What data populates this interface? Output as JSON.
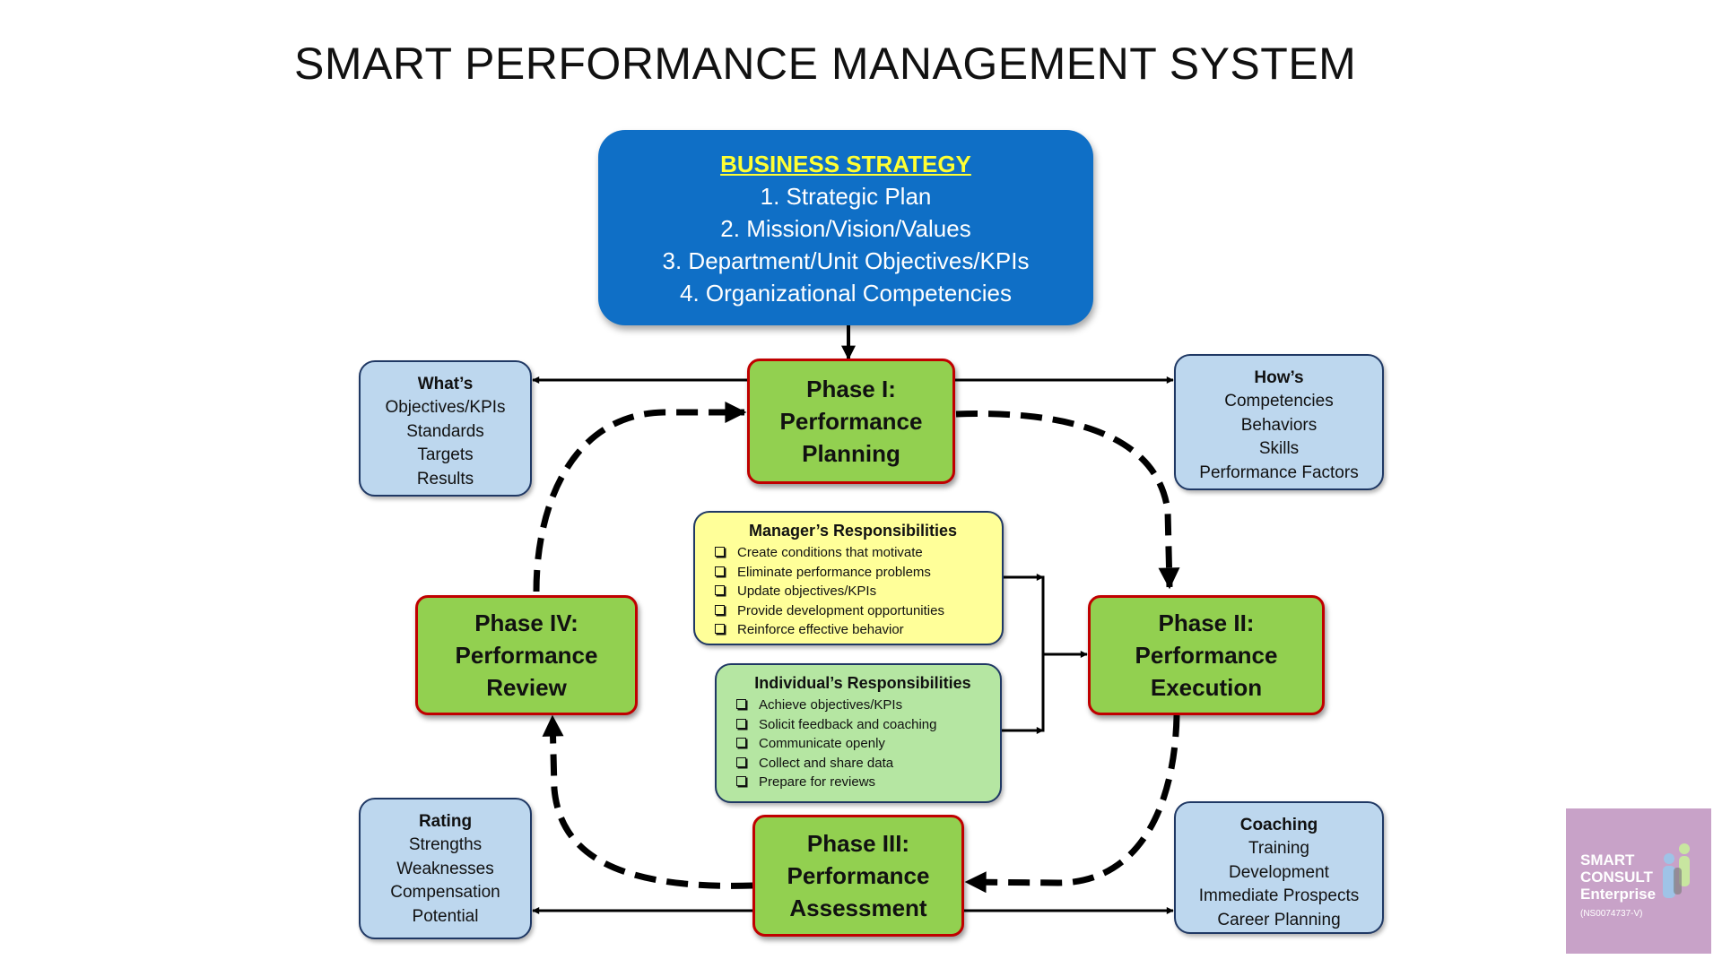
{
  "title": "SMART PERFORMANCE MANAGEMENT SYSTEM",
  "strategy": {
    "heading": "BUSINESS STRATEGY",
    "items": [
      "1. Strategic Plan",
      "2. Mission/Vision/Values",
      "3. Department/Unit Objectives/KPIs",
      "4. Organizational Competencies"
    ],
    "color": "#0f6fc6",
    "heading_color": "#ffff33"
  },
  "phases": {
    "phase1": [
      "Phase I:",
      "Performance",
      "Planning"
    ],
    "phase2": [
      "Phase II:",
      "Performance",
      "Execution"
    ],
    "phase3": [
      "Phase III:",
      "Performance",
      "Assessment"
    ],
    "phase4": [
      "Phase IV:",
      "Performance",
      "Review"
    ],
    "fill_color": "#92d050",
    "border_color": "#c00000"
  },
  "whats": {
    "title": "What’s",
    "items": [
      "Objectives/KPIs",
      "Standards",
      "Targets",
      "Results"
    ]
  },
  "hows": {
    "title": "How’s",
    "items": [
      "Competencies",
      "Behaviors",
      "Skills",
      "Performance Factors"
    ]
  },
  "rating": {
    "title": "Rating",
    "items": [
      "Strengths",
      "Weaknesses",
      "Compensation",
      "Potential"
    ]
  },
  "coaching": {
    "title": "Coaching",
    "items": [
      "Training",
      "Development",
      "Immediate Prospects",
      "Career Planning"
    ]
  },
  "manager": {
    "title": "Manager’s Responsibilities",
    "items": [
      "Create conditions that motivate",
      "Eliminate performance problems",
      "Update objectives/KPIs",
      "Provide development opportunities",
      "Reinforce effective behavior"
    ],
    "color": "#ffff99"
  },
  "individual": {
    "title": "Individual’s Responsibilities",
    "items": [
      "Achieve objectives/KPIs",
      "Solicit feedback and coaching",
      "Communicate openly",
      "Collect and share data",
      "Prepare for reviews"
    ],
    "color": "#b5e6a2"
  },
  "logo": {
    "lines": [
      "SMART",
      "CONSULT",
      "Enterprise"
    ],
    "reg": "(NS0074737-V)",
    "color": "#c8a2c8"
  }
}
